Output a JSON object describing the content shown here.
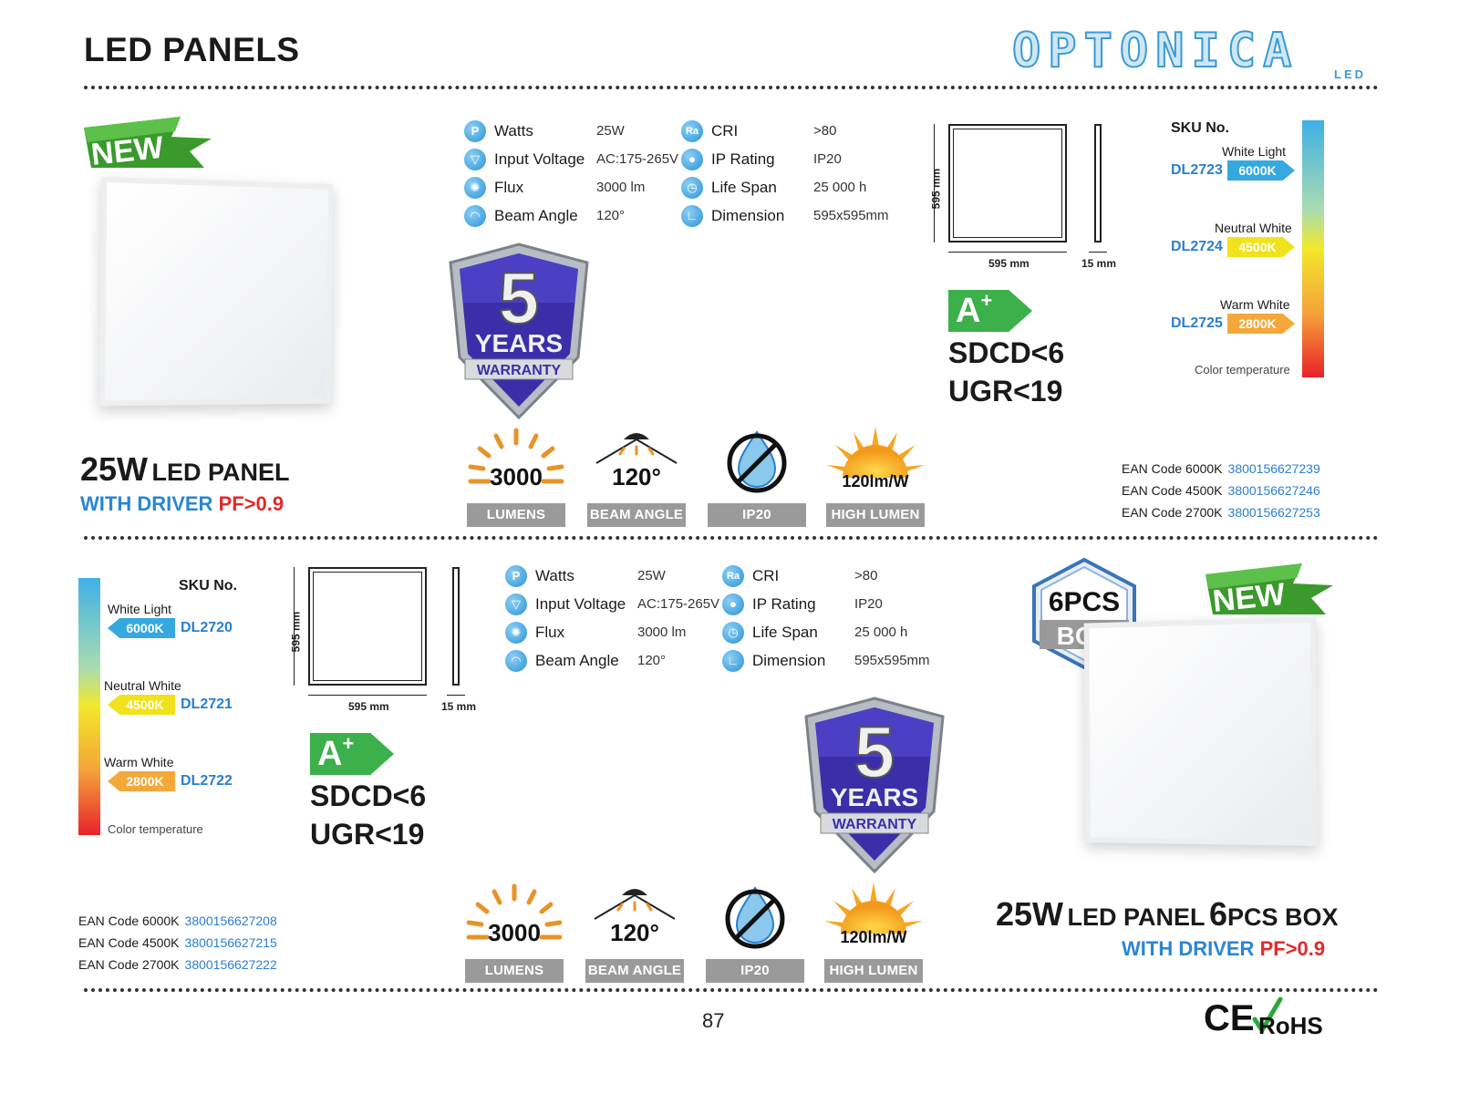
{
  "page": {
    "title": "LED PANELS",
    "page_number": "87"
  },
  "logo": {
    "main": "OPTONICA",
    "sub": "LED"
  },
  "badges": {
    "new": "NEW",
    "warranty_number": "5",
    "warranty_years": "YEARS",
    "warranty_word": "WARRANTY",
    "box_top": "6PCS",
    "box_bottom": "BOX"
  },
  "specs": {
    "left": [
      {
        "icon": "P",
        "label": "Watts",
        "value": "25W"
      },
      {
        "icon": "",
        "label": "Input Voltage",
        "value": "AC:175-265V"
      },
      {
        "icon": "",
        "label": "Flux",
        "value": "3000 lm"
      },
      {
        "icon": "",
        "label": "Beam Angle",
        "value": "120°"
      }
    ],
    "right": [
      {
        "icon": "Ra",
        "label": "CRI",
        "value": ">80"
      },
      {
        "icon": "",
        "label": "IP Rating",
        "value": "IP20"
      },
      {
        "icon": "",
        "label": "Life Span",
        "value": "25 000 h"
      },
      {
        "icon": "",
        "label": "Dimension",
        "value": "595x595mm"
      }
    ]
  },
  "dimensions": {
    "width": "595 mm",
    "height": "595 mm",
    "depth": "15 mm"
  },
  "energy": {
    "class": "A",
    "class_sup": "+",
    "line1": "SDCD<6",
    "line2": "UGR<19"
  },
  "features": [
    {
      "value": "3000",
      "label": "LUMENS"
    },
    {
      "value": "120°",
      "label": "BEAM ANGLE"
    },
    {
      "value": "",
      "label": "IP20"
    },
    {
      "value": "120lm/W",
      "label": "HIGH LUMEN"
    }
  ],
  "product1": {
    "watt": "25W",
    "name": "LED PANEL",
    "sub_blue": "WITH DRIVER",
    "sub_red": "PF>0.9",
    "sku_title": "SKU No.",
    "color_temps": [
      {
        "name": "White Light",
        "sku": "DL2723",
        "kelvin": "6000K",
        "color": "#35a8e0"
      },
      {
        "name": "Neutral White",
        "sku": "DL2724",
        "kelvin": "4500K",
        "color": "#f1e21d"
      },
      {
        "name": "Warm White",
        "sku": "DL2725",
        "kelvin": "2800K",
        "color": "#f5a83a"
      }
    ],
    "ct_footer": "Color temperature",
    "ean": [
      {
        "label": "EAN Code 6000K",
        "code": "3800156627239"
      },
      {
        "label": "EAN Code 4500K",
        "code": "3800156627246"
      },
      {
        "label": "EAN Code 2700K",
        "code": "3800156627253"
      }
    ]
  },
  "product2": {
    "watt": "25W",
    "name": "LED PANEL",
    "watt2": "6",
    "name2": "PCS BOX",
    "sub_blue": "WITH DRIVER",
    "sub_red": "PF>0.9",
    "sku_title": "SKU No.",
    "color_temps": [
      {
        "name": "White Light",
        "sku": "DL2720",
        "kelvin": "6000K",
        "color": "#35a8e0"
      },
      {
        "name": "Neutral White",
        "sku": "DL2721",
        "kelvin": "4500K",
        "color": "#f1e21d"
      },
      {
        "name": "Warm White",
        "sku": "DL2722",
        "kelvin": "2800K",
        "color": "#f5a83a"
      }
    ],
    "ct_footer": "Color temperature",
    "ean": [
      {
        "label": "EAN Code 6000K",
        "code": "3800156627208"
      },
      {
        "label": "EAN Code 4500K",
        "code": "3800156627215"
      },
      {
        "label": "EAN Code 2700K",
        "code": "3800156627222"
      }
    ]
  },
  "certifications": {
    "ce": "CE",
    "rohs": "RoHS"
  },
  "colors": {
    "accent_blue": "#2a86d2",
    "accent_red": "#e02a2a",
    "energy_green": "#3cb04a",
    "feature_grey": "#9a9a9a",
    "shield_blue": "#3a2fa8"
  }
}
